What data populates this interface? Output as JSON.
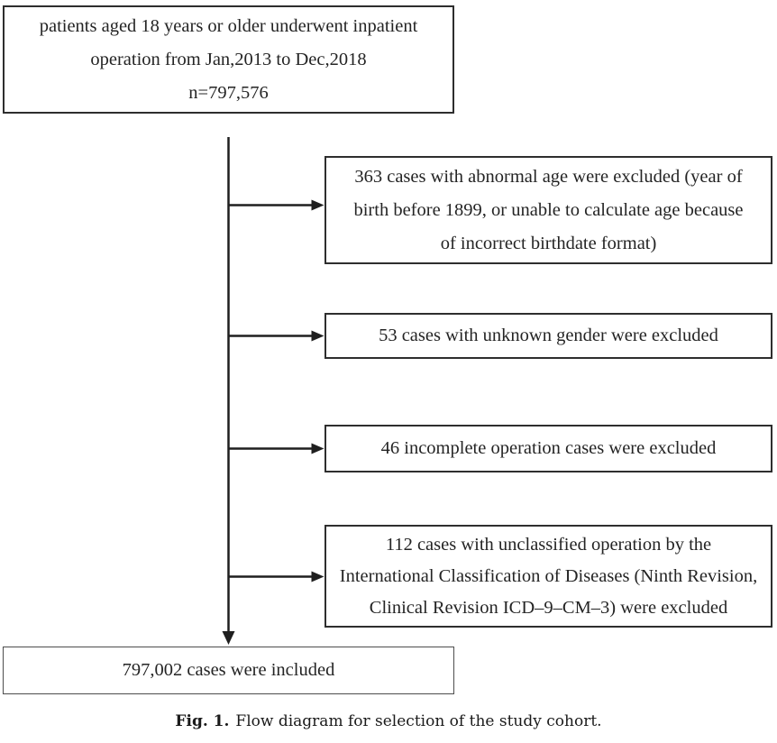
{
  "figure": {
    "top_box": {
      "lines": [
        "patients aged 18 years or older underwent inpatient",
        "operation from Jan,2013 to Dec,2018",
        "n=797,576"
      ]
    },
    "exclusion_boxes": [
      {
        "lines": [
          "363 cases with abnormal age were excluded (year of",
          "birth before 1899, or unable to calculate age because",
          "of incorrect birthdate format)"
        ]
      },
      {
        "lines": [
          "53 cases with unknown gender were excluded"
        ]
      },
      {
        "lines": [
          "46 incomplete operation cases were excluded"
        ]
      },
      {
        "lines": [
          "112 cases with unclassified operation by the",
          "International Classification of Diseases (Ninth Revision,",
          "Clinical Revision ICD–9–CM–3) were excluded"
        ]
      }
    ],
    "bottom_box": {
      "lines": [
        "797,002 cases were included"
      ]
    },
    "caption": {
      "label": "Fig. 1.",
      "text": "Flow diagram for selection of the study cohort."
    },
    "colors": {
      "ink": "#1f1f1f",
      "text": "#242424",
      "background": "#ffffff"
    }
  }
}
